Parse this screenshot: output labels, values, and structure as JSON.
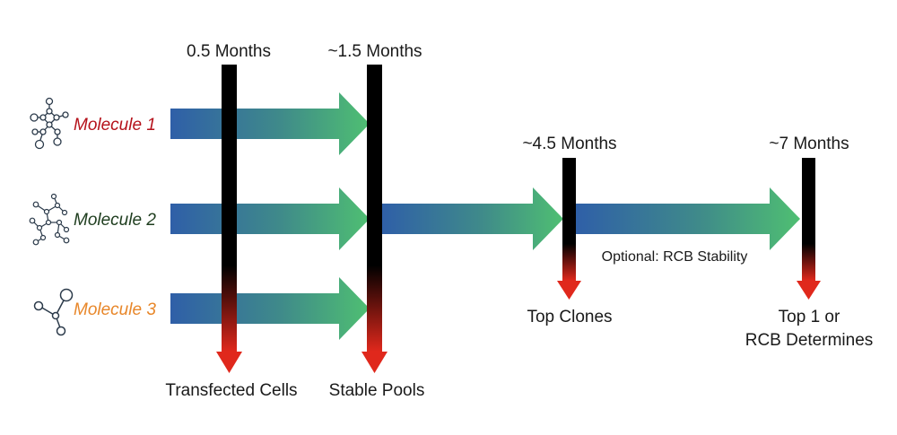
{
  "milestones": [
    {
      "id": "m1",
      "time": "0.5 Months",
      "outcome": "Transfected Cells"
    },
    {
      "id": "m2",
      "time": "~1.5 Months",
      "outcome": "Stable Pools"
    },
    {
      "id": "m3",
      "time": "~4.5 Months",
      "outcome": "Top Clones"
    },
    {
      "id": "m4",
      "time": "~7 Months",
      "outcome_line1": "Top 1 or",
      "outcome_line2": "RCB Determines"
    }
  ],
  "molecules": [
    {
      "label": "Molecule 1",
      "color": "#b5121b",
      "icon": "molecule-structure-icon"
    },
    {
      "label": "Molecule 2",
      "color": "#1e3d1e",
      "icon": "molecule-network-icon"
    },
    {
      "label": "Molecule 3",
      "color": "#e8872a",
      "icon": "molecule-simple-icon"
    }
  ],
  "optional_note": "Optional: RCB Stability",
  "colors": {
    "arrow_start": "#2f5fa8",
    "arrow_end": "#4fbf72",
    "timeline_bar": "#000000",
    "timeline_arrow": "#e0281c",
    "icon_stroke": "#2b3a4a"
  }
}
